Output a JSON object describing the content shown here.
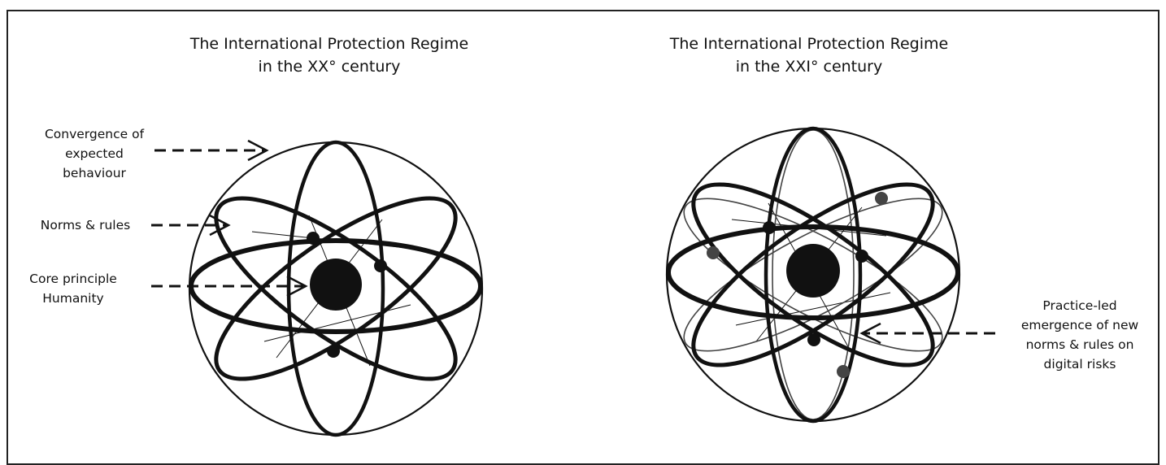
{
  "left_panel": {
    "title_line1": "The International Protection Regime",
    "title_line2": "in the XX° century",
    "labels": {
      "convergence": [
        "Convergence of",
        "expected",
        "behaviour"
      ],
      "norms": "Norms & rules",
      "core": [
        "Core principle",
        "Humanity"
      ]
    }
  },
  "right_panel": {
    "title_line1": "The International Protection Regime",
    "title_line2": "in the XXI° century",
    "labels": {
      "practice": [
        "Practice-led",
        "emergence of new",
        "norms & rules on",
        "digital risks"
      ]
    }
  },
  "colors": {
    "ink": "#111111",
    "background": "#ffffff"
  }
}
